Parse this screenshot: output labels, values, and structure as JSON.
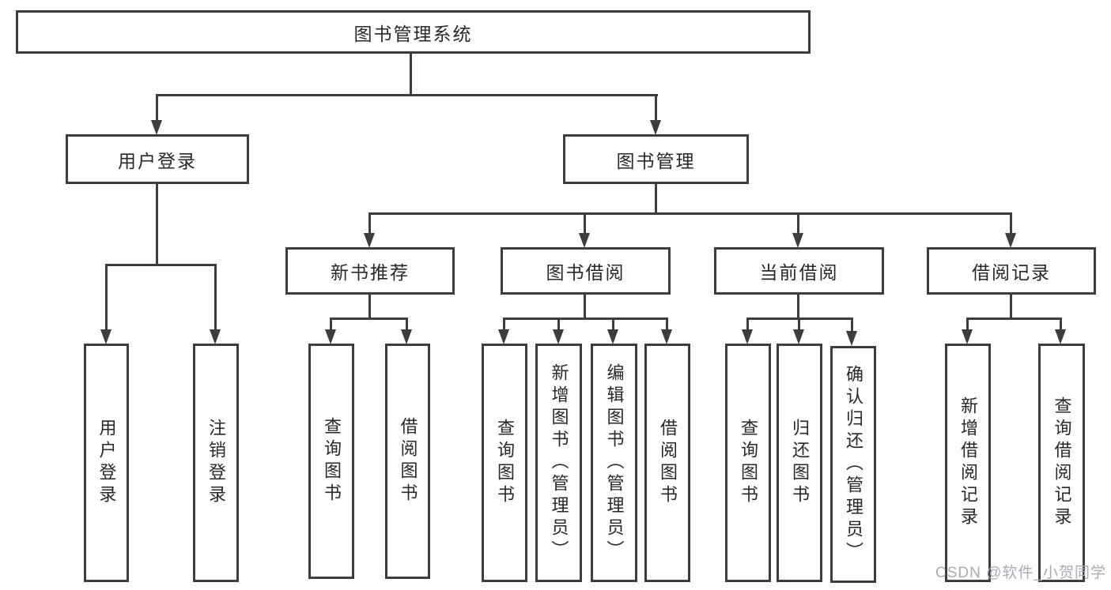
{
  "diagram": {
    "type": "hierarchy-tree",
    "tree": {
      "label": "图书管理系统",
      "children": [
        {
          "label": "用户登录",
          "children": [
            {
              "label": "用户登录"
            },
            {
              "label": "注销登录"
            }
          ]
        },
        {
          "label": "图书管理",
          "children": [
            {
              "label": "新书推荐",
              "children": [
                {
                  "label": "查询图书"
                },
                {
                  "label": "借阅图书"
                }
              ]
            },
            {
              "label": "图书借阅",
              "children": [
                {
                  "label": "查询图书"
                },
                {
                  "label": "新增图书（管理员）"
                },
                {
                  "label": "编辑图书（管理员）"
                },
                {
                  "label": "借阅图书"
                }
              ]
            },
            {
              "label": "当前借阅",
              "children": [
                {
                  "label": "查询图书"
                },
                {
                  "label": "归还图书"
                },
                {
                  "label": "确认归还（管理员）"
                }
              ]
            },
            {
              "label": "借阅记录",
              "children": [
                {
                  "label": "新增借阅记录"
                },
                {
                  "label": "查询借阅记录"
                }
              ]
            }
          ]
        }
      ]
    },
    "colors": {
      "line": "#3d3d3d",
      "box_border": "#3d3d3d",
      "box_background": "#ffffff",
      "text": "#26282b",
      "page_background": "#ffffff"
    }
  },
  "watermark": {
    "text": "CSDN @软件_小贺同学",
    "color": "#a6abb4"
  }
}
